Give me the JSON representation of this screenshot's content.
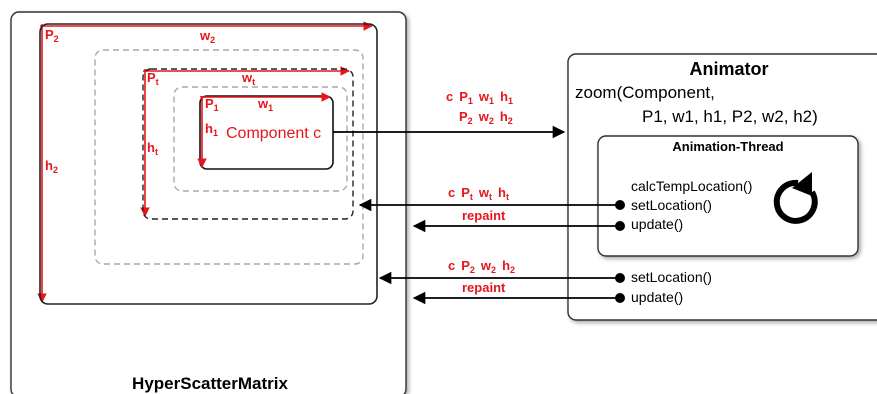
{
  "colors": {
    "red": "#e8141c",
    "black": "#000000",
    "dashed_gray": "#a8a8a8",
    "box_border": "#333333"
  },
  "hyperscatter": {
    "title": "HyperScatterMatrix",
    "p2_label": "P",
    "p2_sub": "2",
    "w2_label": "w",
    "w2_sub": "2",
    "h2_label": "h",
    "h2_sub": "2",
    "pt_label": "P",
    "pt_sub": "t",
    "wt_label": "w",
    "wt_sub": "t",
    "ht_label": "h",
    "ht_sub": "t",
    "p1_label": "P",
    "p1_sub": "1",
    "w1_label": "w",
    "w1_sub": "1",
    "h1_label": "h",
    "h1_sub": "1",
    "component_label": "Component c"
  },
  "animator": {
    "title": "Animator",
    "call_line1": "zoom(Component,",
    "call_line2": "P1, w1, h1, P2, w2, h2)",
    "thread_title": "Animation-Thread",
    "calc_label": "calcTempLocation()",
    "set_location_label": "setLocation()",
    "update_label": "update()",
    "set_location_label_2": "setLocation()",
    "update_label_2": "update()",
    "loop_icon": "circular-arrow-icon"
  },
  "messages": {
    "zoom_args_line1": [
      "c",
      "P",
      "1",
      "w",
      "1",
      "h",
      "1"
    ],
    "zoom_args_line2": [
      "P",
      "2",
      "w",
      "2",
      "h",
      "2"
    ],
    "temp_args": [
      "c",
      "P",
      "t",
      "w",
      "t",
      "h",
      "t"
    ],
    "repaint_1": "repaint",
    "final_args": [
      "c",
      "P",
      "2",
      "w",
      "2",
      "h",
      "2"
    ],
    "repaint_2": "repaint"
  }
}
